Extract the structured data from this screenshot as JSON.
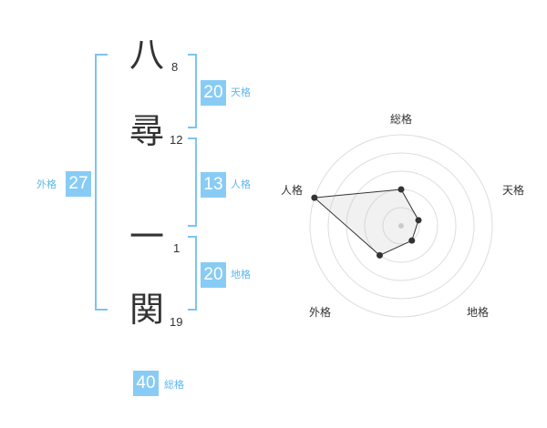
{
  "name": {
    "chars": [
      {
        "char": "八",
        "strokes": "8"
      },
      {
        "char": "尋",
        "strokes": "12"
      },
      {
        "char": "一",
        "strokes": "1"
      },
      {
        "char": "関",
        "strokes": "19"
      }
    ]
  },
  "fortune": {
    "tenkaku": {
      "value": "20",
      "label": "天格"
    },
    "jinkaku": {
      "value": "13",
      "label": "人格"
    },
    "chikaku": {
      "value": "20",
      "label": "地格"
    },
    "gaikaku": {
      "value": "27",
      "label": "外格"
    },
    "soukaku": {
      "value": "40",
      "label": "総格"
    }
  },
  "colors": {
    "accent": "#88ccf5",
    "label": "#5bb7ef",
    "bracket": "#7cc4f0"
  },
  "chart_data": {
    "type": "radar",
    "axes": [
      "総格",
      "天格",
      "地格",
      "外格",
      "人格"
    ],
    "values": [
      2,
      1,
      1,
      2,
      5
    ],
    "max": 5,
    "grid": true
  }
}
